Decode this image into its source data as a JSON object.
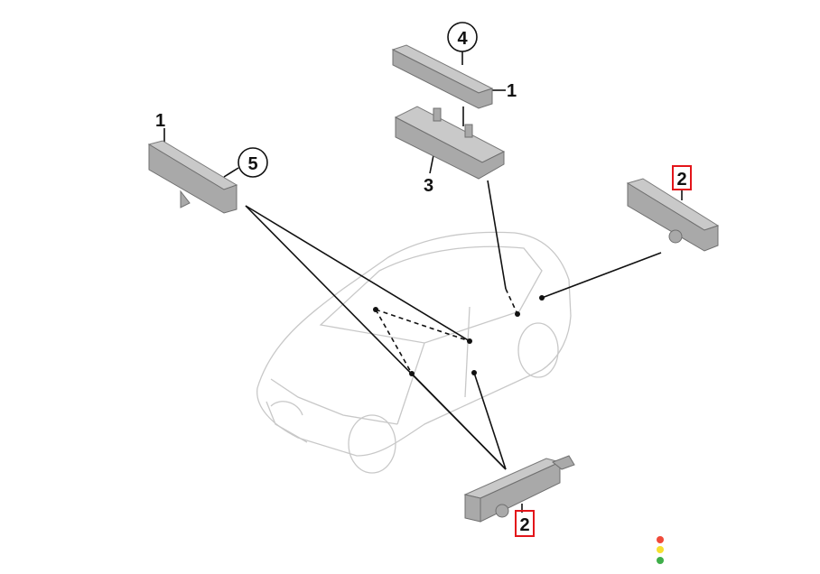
{
  "diagram": {
    "callouts": {
      "part1_left": "1",
      "part5": "5",
      "part4": "4",
      "part1_top": "1",
      "part3": "3",
      "part2_right": "2",
      "part2_bottom": "2"
    },
    "highlight_color": "#e3151a",
    "status_dots": [
      "#f04a3a",
      "#f5e030",
      "#3fae4a"
    ]
  }
}
